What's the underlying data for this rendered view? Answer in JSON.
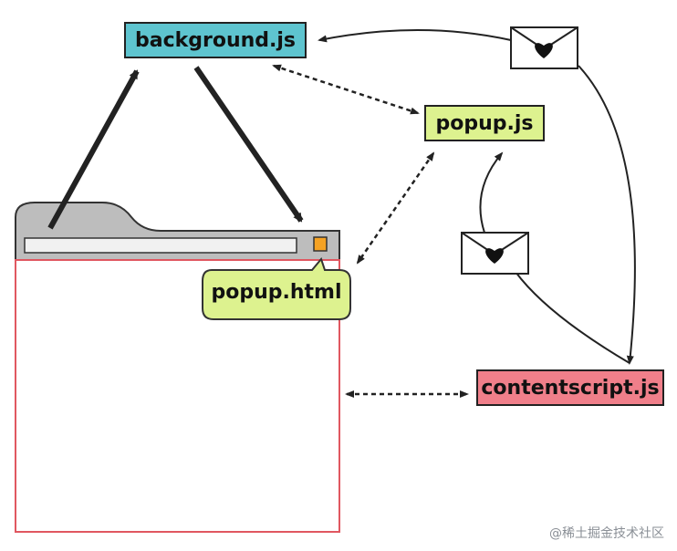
{
  "nodes": {
    "background": {
      "label": "background.js",
      "fill": "#5ec4cf"
    },
    "popup_js": {
      "label": "popup.js",
      "fill": "#ddf28f"
    },
    "popup_html": {
      "label": "popup.html",
      "fill": "#ddf28f"
    },
    "contentscript": {
      "label": "contentscript.js",
      "fill": "#f07f8a"
    }
  },
  "browser": {
    "frame_color": "#bdbdbd",
    "page_border_color": "#e05760",
    "button_color": "#f5a223"
  },
  "icons": [
    "envelope-heart-icon",
    "envelope-heart-icon"
  ],
  "watermark": "@稀土掘金技术社区"
}
